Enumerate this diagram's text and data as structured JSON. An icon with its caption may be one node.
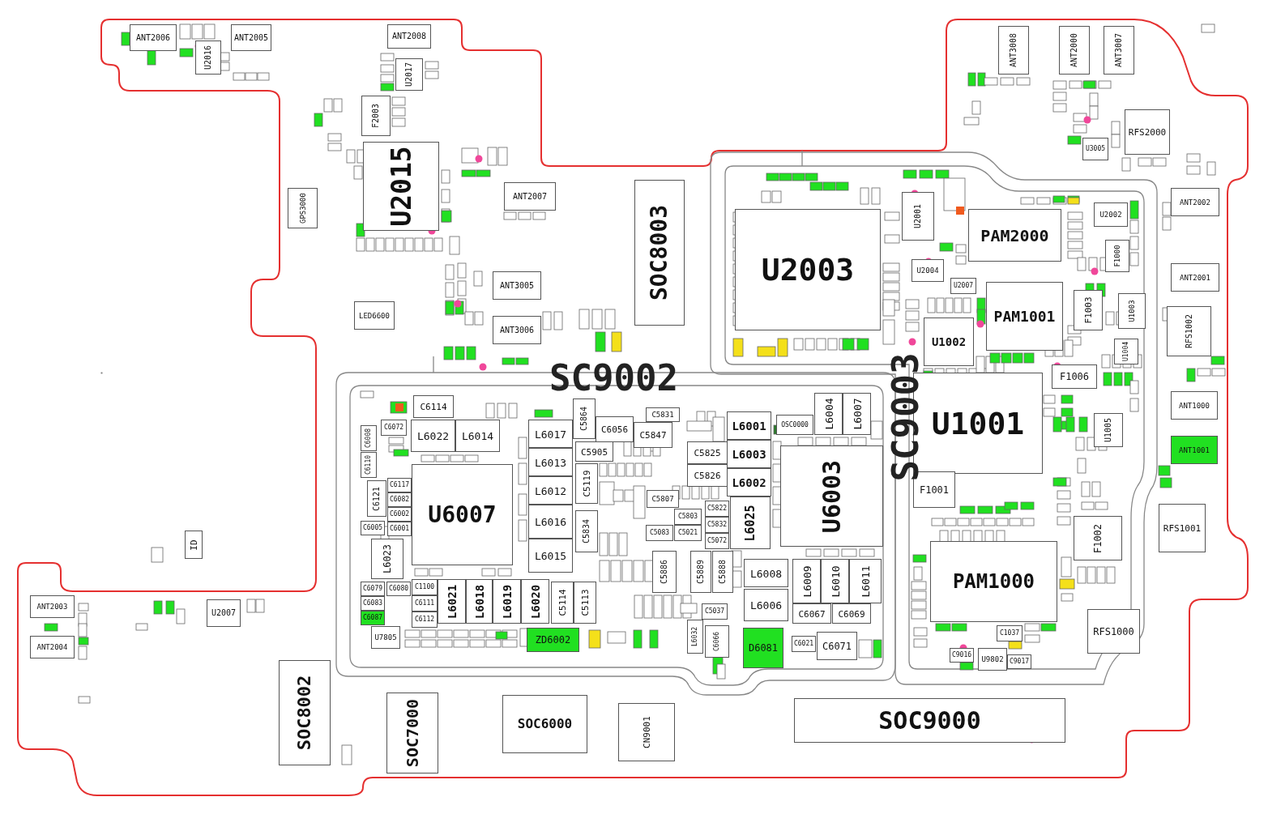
{
  "diagram": {
    "nodes": [
      {
        "text": [
          "ANT2006"
        ]
      },
      {
        "text": [
          "U2016"
        ]
      },
      {
        "text": [
          "ANT2005"
        ]
      },
      {
        "text": [
          "ANT2008"
        ]
      },
      {
        "text": [
          "U2017"
        ]
      },
      {
        "text": [
          "F2003"
        ]
      },
      {
        "text": [
          "U2015"
        ]
      },
      {
        "text": [
          "GPS3000"
        ]
      },
      {
        "text": [
          "ANT2007"
        ]
      },
      {
        "text": [
          "ANT3005"
        ]
      },
      {
        "text": [
          "ANT3006"
        ]
      },
      {
        "text": [
          "LED6600"
        ]
      },
      {
        "text": [
          "SOC8003"
        ]
      },
      {
        "text": [
          "ID"
        ]
      },
      {
        "text": [
          "ANT2003"
        ]
      },
      {
        "text": [
          "ANT2004"
        ]
      },
      {
        "text": [
          "U2007"
        ]
      },
      {
        "text": [
          "SOC8002"
        ]
      },
      {
        "text": [
          "SOC7000"
        ]
      },
      {
        "text": [
          "SOC6000"
        ]
      },
      {
        "text": [
          "CN9001"
        ]
      },
      {
        "text": [
          "SOC9000"
        ]
      },
      {
        "text": [
          "U2003"
        ]
      },
      {
        "text": [
          "U2001"
        ]
      },
      {
        "text": [
          "U2004"
        ]
      },
      {
        "text": [
          "U2007"
        ]
      },
      {
        "text": [
          "U1002"
        ]
      },
      {
        "text": [
          "PAM2000"
        ]
      },
      {
        "text": [
          "PAM1001"
        ]
      },
      {
        "text": [
          "F1003"
        ]
      },
      {
        "text": [
          "U1003"
        ]
      },
      {
        "text": [
          "U1004"
        ]
      },
      {
        "text": [
          "U2002"
        ]
      },
      {
        "text": [
          "F1000"
        ]
      },
      {
        "text": [
          "F1006"
        ]
      },
      {
        "text": [
          "U1001"
        ]
      },
      {
        "text": [
          "U1005"
        ]
      },
      {
        "text": [
          "ANT2002"
        ]
      },
      {
        "text": [
          "ANT2001"
        ]
      },
      {
        "text": [
          "RFS1002"
        ]
      },
      {
        "text": [
          "ANT1000"
        ]
      },
      {
        "text": [
          "ANT1001"
        ]
      },
      {
        "text": [
          "RFS1001"
        ]
      },
      {
        "text": [
          "RFS1000"
        ]
      },
      {
        "text": [
          "F1001"
        ]
      },
      {
        "text": [
          "F1002"
        ]
      },
      {
        "text": [
          "PAM1000"
        ]
      },
      {
        "text": [
          "C1037"
        ]
      },
      {
        "text": [
          "U9802"
        ]
      },
      {
        "text": [
          "C9016"
        ]
      },
      {
        "text": [
          "C9017"
        ]
      },
      {
        "text": [
          "ANT3008"
        ]
      },
      {
        "text": [
          "ANT2000"
        ]
      },
      {
        "text": [
          "ANT3007"
        ]
      },
      {
        "text": [
          "RFS2000"
        ]
      },
      {
        "text": [
          "U3005"
        ]
      },
      {
        "text": [
          "C6114"
        ]
      },
      {
        "text": [
          "L6022"
        ]
      },
      {
        "text": [
          "L6014"
        ]
      },
      {
        "text": [
          "C6072"
        ]
      },
      {
        "text": [
          "C6008"
        ]
      },
      {
        "text": [
          "C6110"
        ]
      },
      {
        "text": [
          "C6117"
        ]
      },
      {
        "text": [
          "C6121"
        ]
      },
      {
        "text": [
          "C6082"
        ]
      },
      {
        "text": [
          "C6002"
        ]
      },
      {
        "text": [
          "C6001"
        ]
      },
      {
        "text": [
          "C6005"
        ]
      },
      {
        "text": [
          "U6007"
        ]
      },
      {
        "text": [
          "L6023"
        ]
      },
      {
        "text": [
          "C6079"
        ]
      },
      {
        "text": [
          "C6080"
        ]
      },
      {
        "text": [
          "C6083"
        ]
      },
      {
        "text": [
          "C6087"
        ]
      },
      {
        "text": [
          "C1100"
        ]
      },
      {
        "text": [
          "C6111"
        ]
      },
      {
        "text": [
          "C6112"
        ]
      },
      {
        "text": [
          "L6021"
        ]
      },
      {
        "text": [
          "L6018"
        ]
      },
      {
        "text": [
          "L6019"
        ]
      },
      {
        "text": [
          "L6020"
        ]
      },
      {
        "text": [
          "C5114"
        ]
      },
      {
        "text": [
          "C5113"
        ]
      },
      {
        "text": [
          "U7805"
        ]
      },
      {
        "text": [
          "ZD6002"
        ]
      },
      {
        "text": [
          "L6017"
        ]
      },
      {
        "text": [
          "L6013"
        ]
      },
      {
        "text": [
          "L6012"
        ]
      },
      {
        "text": [
          "L6016"
        ]
      },
      {
        "text": [
          "L6015"
        ]
      },
      {
        "text": [
          "C5864"
        ]
      },
      {
        "text": [
          "C6056"
        ]
      },
      {
        "text": [
          "C5905"
        ]
      },
      {
        "text": [
          "C5119"
        ]
      },
      {
        "text": [
          "C5834"
        ]
      },
      {
        "text": [
          "C5831"
        ]
      },
      {
        "text": [
          "C5847"
        ]
      },
      {
        "text": [
          "C5825"
        ]
      },
      {
        "text": [
          "C5826"
        ]
      },
      {
        "text": [
          "L6001"
        ]
      },
      {
        "text": [
          "L6003"
        ]
      },
      {
        "text": [
          "L6002"
        ]
      },
      {
        "text": [
          "L6025"
        ]
      },
      {
        "text": [
          "OSC0000"
        ]
      },
      {
        "text": [
          "L6004"
        ]
      },
      {
        "text": [
          "L6007"
        ]
      },
      {
        "text": [
          "U6003"
        ]
      },
      {
        "text": [
          "L6008"
        ]
      },
      {
        "text": [
          "L6006"
        ]
      },
      {
        "text": [
          "L6009"
        ]
      },
      {
        "text": [
          "L6010"
        ]
      },
      {
        "text": [
          "L6011"
        ]
      },
      {
        "text": [
          "C6067"
        ]
      },
      {
        "text": [
          "C6069"
        ]
      },
      {
        "text": [
          "D6081"
        ]
      },
      {
        "text": [
          "C6021"
        ]
      },
      {
        "text": [
          "C6071"
        ]
      },
      {
        "text": [
          "C5886"
        ]
      },
      {
        "text": [
          "C5889"
        ]
      },
      {
        "text": [
          "C5888"
        ]
      },
      {
        "text": [
          "C5807"
        ]
      },
      {
        "text": [
          "C5822"
        ]
      },
      {
        "text": [
          "C5832"
        ]
      },
      {
        "text": [
          "C5072"
        ]
      },
      {
        "text": [
          "C5083"
        ]
      },
      {
        "text": [
          "C5021"
        ]
      },
      {
        "text": [
          "C5803"
        ]
      },
      {
        "text": [
          "C5037"
        ]
      },
      {
        "text": [
          "C6066"
        ]
      },
      {
        "text": [
          "L6032"
        ]
      }
    ],
    "labels": [
      "SC9002",
      "SC9003"
    ]
  }
}
